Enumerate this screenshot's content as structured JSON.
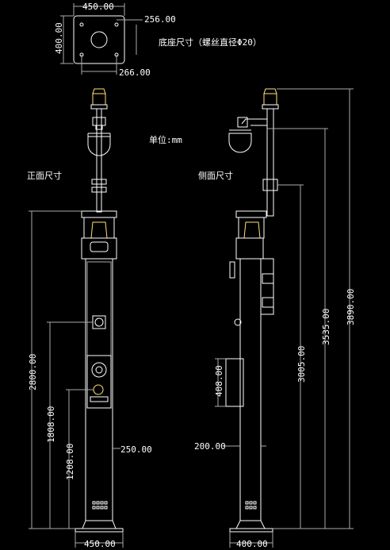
{
  "labels": {
    "base_title": "底座尺寸（螺丝直径Φ20）",
    "unit": "单位:mm",
    "front_view": "正面尺寸",
    "side_view": "侧面尺寸"
  },
  "base_dims": {
    "width": "450.00",
    "height": "400.00",
    "hole_x": "256.00",
    "hole_y": "266.00"
  },
  "front_dims": {
    "total": "2800.00",
    "h1808": "1808.00",
    "h1208": "1208.00",
    "pole_w": "250.00",
    "base_w": "450.00"
  },
  "side_dims": {
    "h3890": "3890.00",
    "h3535": "3535.00",
    "h3005": "3005.00",
    "box_h": "408.00",
    "arm": "200.00",
    "base_w": "400.00"
  },
  "colors": {
    "bg": "#000000",
    "line": "#ffffff",
    "accent": "#ffe27a"
  }
}
